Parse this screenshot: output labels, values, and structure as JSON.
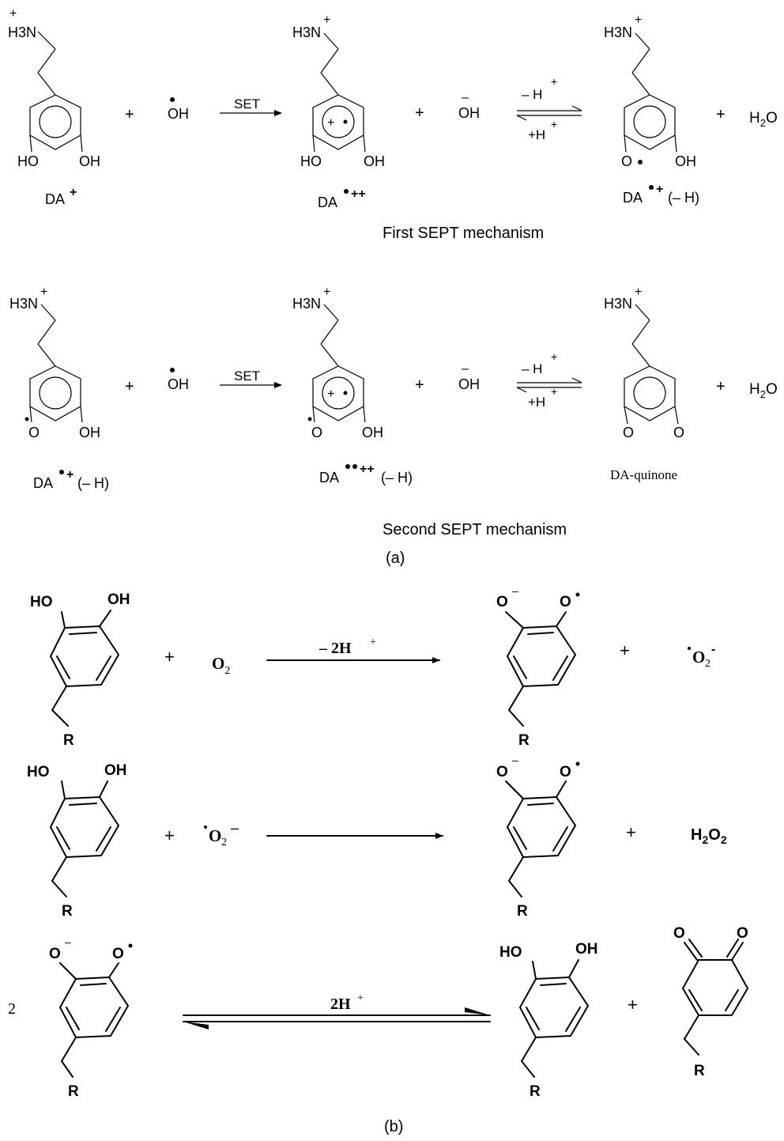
{
  "top": {
    "first": {
      "left_amine_label": "H3N",
      "left_ho": "HO",
      "left_oh": "OH",
      "left_caption": "DA",
      "plus_sign": "+",
      "oh_radical": "OH",
      "arrow_label": "SET",
      "mid_amine_label": "H3N",
      "mid_ho": "HO",
      "mid_oh": "OH",
      "mid_caption": "DA",
      "mid_caption_sup": "++",
      "hydroxide": "OH",
      "eq_top": "– H",
      "eq_bottom": "+H",
      "right_amine_label": "H3N",
      "right_o": "O",
      "right_oh": "OH",
      "right_caption": "DA",
      "right_caption_suffix": "(– H)",
      "water": "H2O",
      "title": "First SEPT mechanism"
    },
    "second": {
      "left_caption": "DA",
      "left_caption_suffix": "(– H)",
      "mid_caption": "DA",
      "mid_caption_suffix": "(– H)",
      "right_caption": "DA-quinone",
      "o_label": "O",
      "oh_label": "OH",
      "title": "Second SEPT mechanism"
    },
    "panel_label": "(a)"
  },
  "bottom": {
    "ho": "HO",
    "oh": "OH",
    "o_minus": "O",
    "o_rad": "O",
    "r": "R",
    "o2": "O",
    "arrow1_label": "– 2H",
    "superoxide": "O",
    "h2o2": "H2O2",
    "coef": "2",
    "eq_label": "2H",
    "panel_label": "(b)"
  },
  "colors": {
    "ink": "#000000",
    "background": "#ffffff"
  }
}
